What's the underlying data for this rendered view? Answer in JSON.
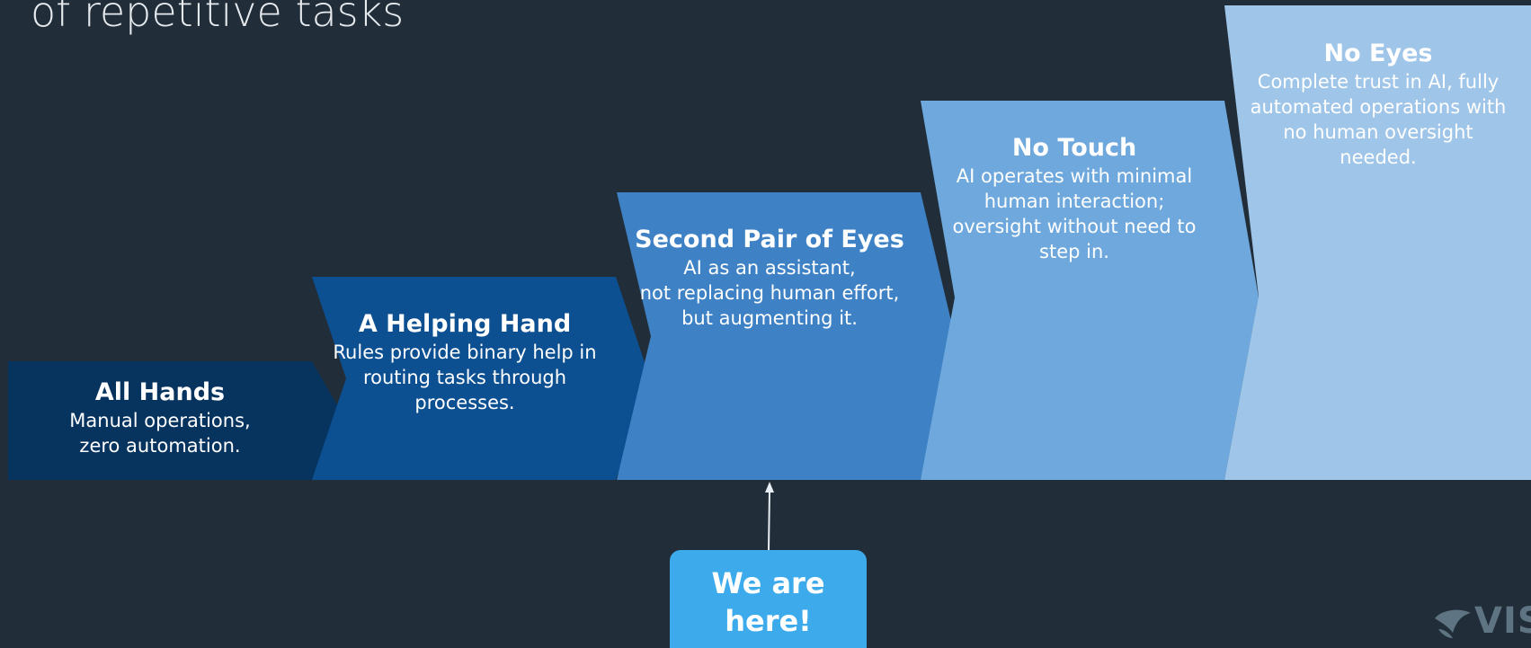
{
  "slide": {
    "title": "of repetitive tasks"
  },
  "steps": [
    {
      "title": "All Hands",
      "description": "Manual operations,\nzero automation.",
      "color": "#07335f"
    },
    {
      "title": "A Helping Hand",
      "description": "Rules provide binary help in\nrouting tasks through\nprocesses.",
      "color": "#0c5092"
    },
    {
      "title": "Second Pair of Eyes",
      "description": "AI as an assistant,\nnot replacing human effort,\nbut augmenting it.",
      "color": "#3e82c5"
    },
    {
      "title": "No Touch",
      "description": "AI operates with minimal\nhuman interaction;\noversight without need to\nstep in.",
      "color": "#6ea8dc"
    },
    {
      "title": "No Eyes",
      "description": "Complete trust in AI, fully\nautomated operations with\nno human oversight\nneeded.",
      "color": "#9fc5e8"
    }
  ],
  "marker": {
    "label": "We are\nhere!",
    "color": "#3caaeb"
  },
  "logo": {
    "text": "VIS",
    "icon": "logo-swoosh-icon"
  }
}
